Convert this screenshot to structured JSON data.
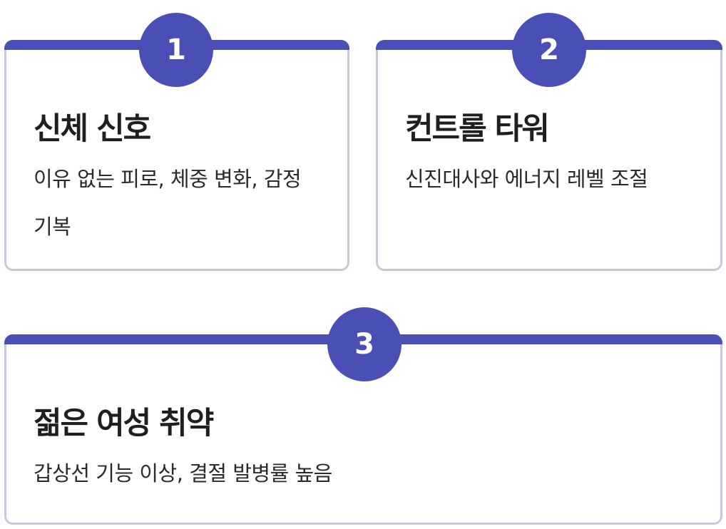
{
  "colors": {
    "accent": "#4a4fb6",
    "card_border": "#c9c7db",
    "title_text": "#1f1f1f",
    "body_text": "#2a2a2a"
  },
  "cards": [
    {
      "number": "1",
      "title": "신체 신호",
      "description": "이유 없는 피로, 체중 변화, 감정 기복"
    },
    {
      "number": "2",
      "title": "컨트롤 타워",
      "description": "신진대사와 에너지 레벨 조절"
    },
    {
      "number": "3",
      "title": "젊은 여성 취약",
      "description": "갑상선 기능 이상, 결절 발병률 높음"
    }
  ]
}
